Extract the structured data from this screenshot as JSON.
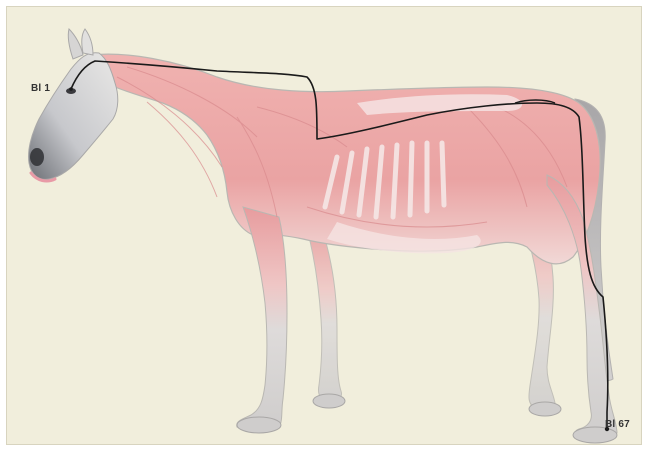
{
  "labels": {
    "start_point": "Bl 1",
    "end_point": "Bl 67"
  },
  "colors": {
    "background": "#f1eedc",
    "muscle": "#eaa3a3",
    "muscle_dark": "#d97e82",
    "skin_outline": "#b9b7b2",
    "bone_grey": "#d9d7d6",
    "meridian_line": "#1a1a1a"
  },
  "icons": {
    "meridian_marker": "dot"
  }
}
